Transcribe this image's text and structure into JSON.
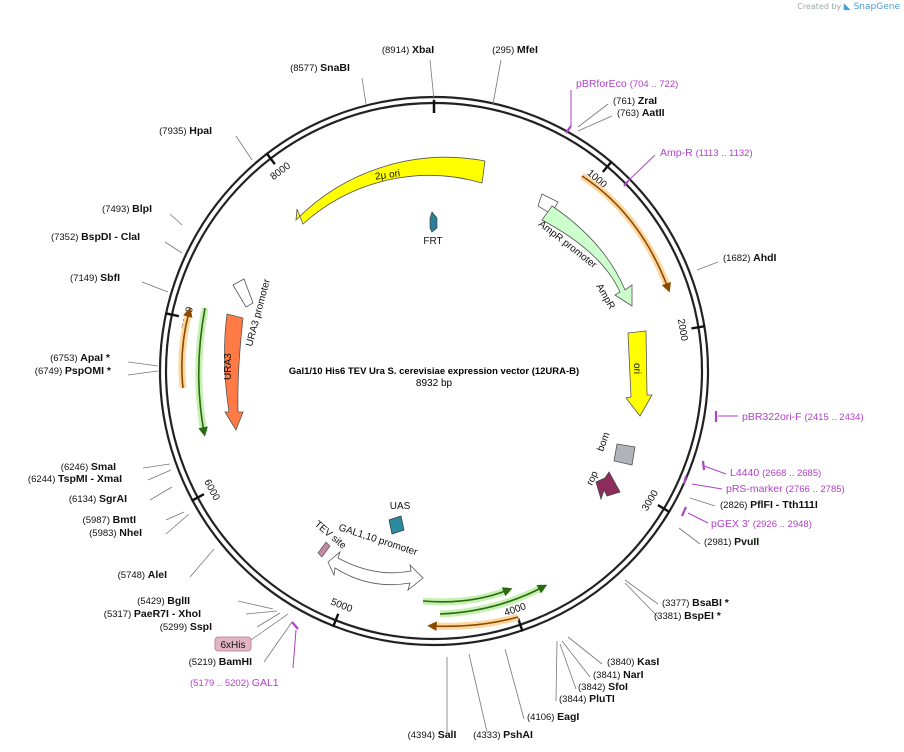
{
  "brand": {
    "created_by": "Created by",
    "app": "SnapGene"
  },
  "plasmid": {
    "name": "Gal1/10 His6 TEV Ura S. cerevisiae expression vector (12URA-B)",
    "size_label": "8932 bp",
    "length": 8932
  },
  "tick_labels": [
    "1000",
    "2000",
    "3000",
    "4000",
    "5000",
    "6000",
    "7000",
    "8000"
  ],
  "sites": [
    {
      "name": "XbaI",
      "pos": "(8914)"
    },
    {
      "name": "MfeI",
      "pos": "(295)"
    },
    {
      "name": "SnaBI",
      "pos": "(8577)"
    },
    {
      "name": "ZraI",
      "pos": "(761)"
    },
    {
      "name": "AatII",
      "pos": "(763)"
    },
    {
      "name": "HpaI",
      "pos": "(7935)"
    },
    {
      "name": "BlpI",
      "pos": "(7493)"
    },
    {
      "name": "BspDI - ClaI",
      "pos": "(7352)"
    },
    {
      "name": "AhdI",
      "pos": "(1682)"
    },
    {
      "name": "SbfI",
      "pos": "(7149)"
    },
    {
      "name": "ApaI *",
      "pos": "(6753)"
    },
    {
      "name": "PspOMI *",
      "pos": "(6749)"
    },
    {
      "name": "SmaI",
      "pos": "(6246)"
    },
    {
      "name": "TspMI - XmaI",
      "pos": "(6244)"
    },
    {
      "name": "SgrAI",
      "pos": "(6134)"
    },
    {
      "name": "PflFI - Tth111I",
      "pos": "(2826)"
    },
    {
      "name": "BmtI",
      "pos": "(5987)"
    },
    {
      "name": "NheI",
      "pos": "(5983)"
    },
    {
      "name": "PvuII",
      "pos": "(2981)"
    },
    {
      "name": "AleI",
      "pos": "(5748)"
    },
    {
      "name": "BsaBI *",
      "pos": "(3377)"
    },
    {
      "name": "BspEI *",
      "pos": "(3381)"
    },
    {
      "name": "BglII",
      "pos": "(5429)"
    },
    {
      "name": "PaeR7I - XhoI",
      "pos": "(5317)"
    },
    {
      "name": "SspI",
      "pos": "(5299)"
    },
    {
      "name": "BamHI",
      "pos": "(5219)"
    },
    {
      "name": "KasI",
      "pos": "(3840)"
    },
    {
      "name": "NarI",
      "pos": "(3841)"
    },
    {
      "name": "SfoI",
      "pos": "(3842)"
    },
    {
      "name": "PluTI",
      "pos": "(3844)"
    },
    {
      "name": "EagI",
      "pos": "(4106)"
    },
    {
      "name": "SalI",
      "pos": "(4394)"
    },
    {
      "name": "PshAI",
      "pos": "(4333)"
    }
  ],
  "primers": [
    {
      "name": "pBRforEco",
      "range": "(704 .. 722)"
    },
    {
      "name": "Amp-R",
      "range": "(1113 .. 1132)"
    },
    {
      "name": "pBR322ori-F",
      "range": "(2415 .. 2434)"
    },
    {
      "name": "L4440",
      "range": "(2668 .. 2685)"
    },
    {
      "name": "pRS-marker",
      "range": "(2766 .. 2785)"
    },
    {
      "name": "pGEX 3'",
      "range": "(2926 .. 2948)"
    },
    {
      "name": "GAL1",
      "range": "(5179 .. 5202)"
    }
  ],
  "features": {
    "two_micron_ori": "2μ ori",
    "frt": "FRT",
    "ampr_promoter": "AmpR promoter",
    "ampr": "AmpR",
    "ori": "ori",
    "bom": "bom",
    "rop": "rop",
    "ura3_promoter": "URA3 promoter",
    "ura3": "URA3",
    "uas": "UAS",
    "tev_site": "TEV site",
    "gal_promoter": "GAL1,10 promoter",
    "his_tag": "6xHis"
  },
  "colors": {
    "ring": "#222222",
    "primer": "#b041c8",
    "ori_yellow": "#ffff00",
    "ampr_green": "#ccffcc",
    "ura3_orange": "#ff7a45",
    "rop_maroon": "#8e2c5e",
    "bom_grey": "#b0b4b8",
    "frt_teal": "#2e7d9a",
    "uas_teal": "#2a8c9e",
    "his_pink": "#e2b4c4"
  }
}
